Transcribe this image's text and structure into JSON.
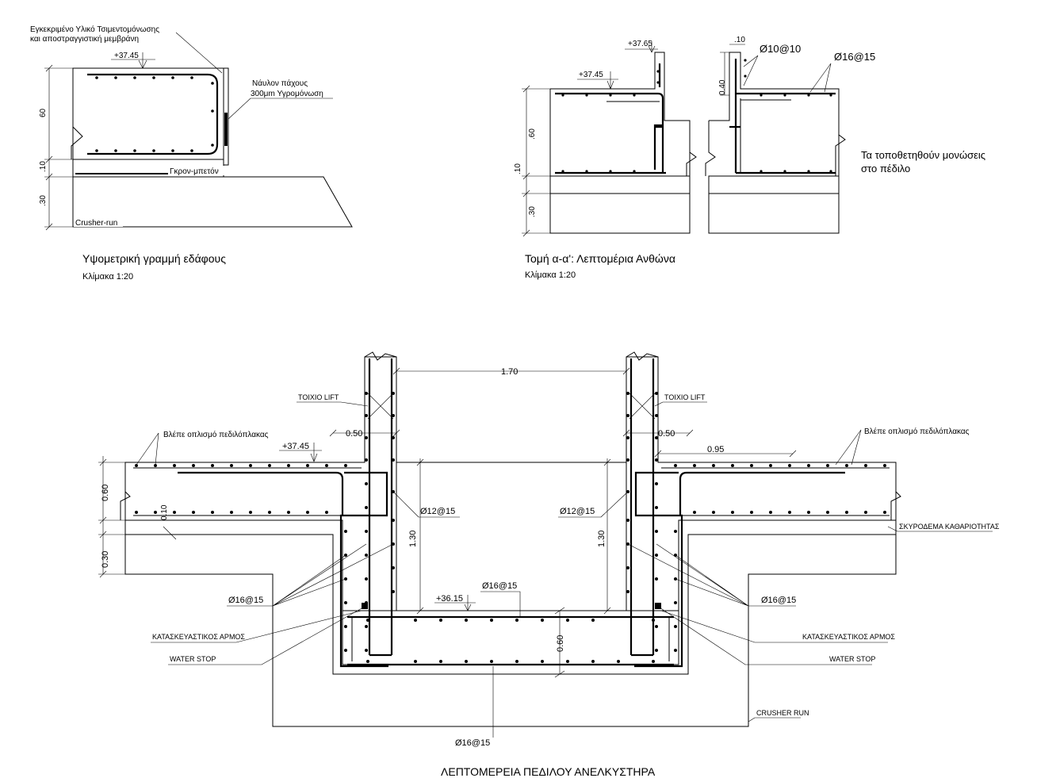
{
  "colors": {
    "ink": "#000000",
    "paper": "#ffffff",
    "stipple": "#7a7a7a"
  },
  "detail1": {
    "label_material": "Εγκεκριμένο Υλικό Τσιμεντομόνωσης",
    "label_membrane": "και αποστραγγιστική μεμβράνη",
    "level": "+37.45",
    "nylon_l1": "Νάυλον πάχους",
    "nylon_l2": "300μm Υγρομόνωση",
    "dim_60": "60",
    "dim_10": ".10",
    "dim_30": ".30",
    "gkron": "Γκρον-μπετόν",
    "crusher": "Crusher-run",
    "title": "Υψομετρική γραμμή εδάφους",
    "scale": "Κλίμακα 1:20"
  },
  "detail2": {
    "level_top": "+37.65",
    "level": "+37.45",
    "dim_10": ".10",
    "dim_040": "0.40",
    "dim_60": ".60",
    "dim_010": ".10",
    "dim_30": ".30",
    "bar_10": "Ø10@10",
    "bar_16": "Ø16@15",
    "note_l1": "Τα τοποθετηθούν μονώσεις",
    "note_l2": "στο πέδιλο",
    "title": "Τομή α-α': Λεπτομέρια Ανθώνα",
    "scale": "Κλίμακα 1:20"
  },
  "detail3": {
    "dim_170": "1.70",
    "wall_left": "ΤΟΙΧΙΟ LIFT",
    "wall_right": "ΤΟΙΧΙΟ LIFT",
    "see_slab_left": "Βλέπε οπλισμό πεδιλόπλακας",
    "see_slab_right": "Βλέπε οπλισμό πεδιλόπλακας",
    "dim_050_left": "0.50",
    "dim_050_right": "0.50",
    "dim_095": "0.95",
    "level_top": "+37.45",
    "dim_060_left": "0.60",
    "dim_010": "0.10",
    "dim_030": "0.30",
    "bar_12_left": "Ø12@15",
    "bar_12_right": "Ø12@15",
    "dim_130_left": "1.30",
    "dim_130_right": "1.30",
    "lean_concrete": "ΣΚΥΡΟΔΕΜΑ ΚΑΘΑΡΙΟΤΗΤΑΣ",
    "bar_16_left": "Ø16@15",
    "bar_16_right": "Ø16@15",
    "bar_16_top": "Ø16@15",
    "level_pit": "+36.15",
    "joint_left": "ΚΑΤΑΣΚΕΥΑΣΤΙΚΟΣ ΑΡΜΟΣ",
    "joint_right": "ΚΑΤΑΣΚΕΥΑΣΤΙΚΟΣ ΑΡΜΟΣ",
    "waterstop_left": "WATER STOP",
    "waterstop_right": "WATER STOP",
    "dim_060_pit": "0.60",
    "crusher_run": "CRUSHER RUN",
    "bar_16_bottom": "Ø16@15",
    "title": "ΛΕΠΤΟΜΕΡΕΙΑ ΠΕΔΙΛΟΥ ΑΝΕΛΚΥΣΤΗΡΑ"
  }
}
